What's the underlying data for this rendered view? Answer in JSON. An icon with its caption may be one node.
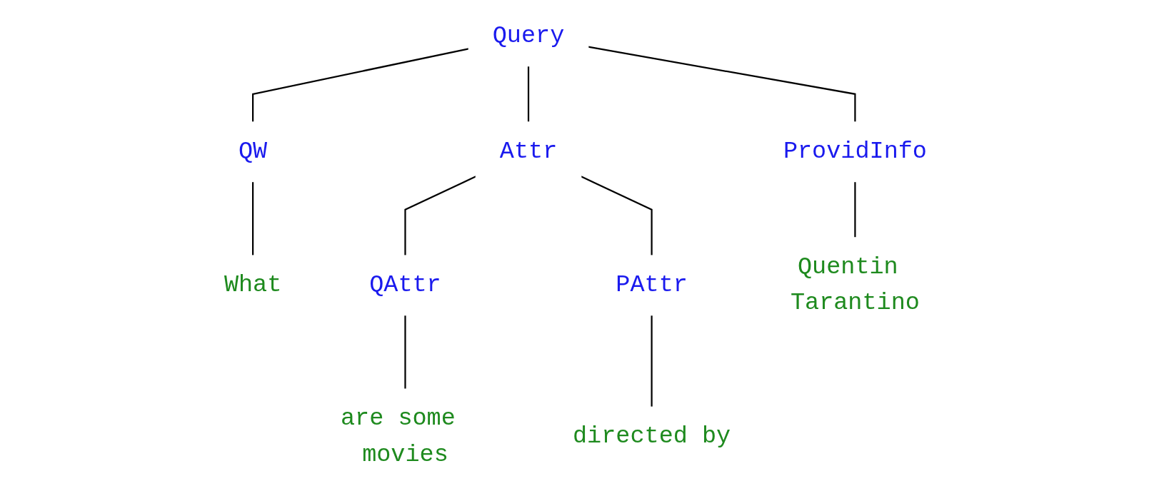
{
  "diagram": {
    "nodes": [
      {
        "text": [
          "Query"
        ]
      },
      {
        "text": [
          "QW"
        ]
      },
      {
        "text": [
          "Attr"
        ]
      },
      {
        "text": [
          "ProvidInfo"
        ]
      },
      {
        "text": [
          "What"
        ]
      },
      {
        "text": [
          "QAttr"
        ]
      },
      {
        "text": [
          "PAttr"
        ]
      },
      {
        "text": [
          "Quentin Tarantino"
        ]
      },
      {
        "text": [
          "are some movies"
        ]
      },
      {
        "text": [
          "directed by"
        ]
      }
    ],
    "edges": [
      {
        "from": 0,
        "to": 1,
        "arrow": "none"
      },
      {
        "from": 0,
        "to": 2,
        "arrow": "none"
      },
      {
        "from": 0,
        "to": 3,
        "arrow": "none"
      },
      {
        "from": 1,
        "to": 4,
        "arrow": "none"
      },
      {
        "from": 2,
        "to": 5,
        "arrow": "none"
      },
      {
        "from": 2,
        "to": 6,
        "arrow": "none"
      },
      {
        "from": 3,
        "to": 7,
        "arrow": "none"
      },
      {
        "from": 5,
        "to": 8,
        "arrow": "none"
      },
      {
        "from": 6,
        "to": 9,
        "arrow": "none"
      }
    ]
  }
}
